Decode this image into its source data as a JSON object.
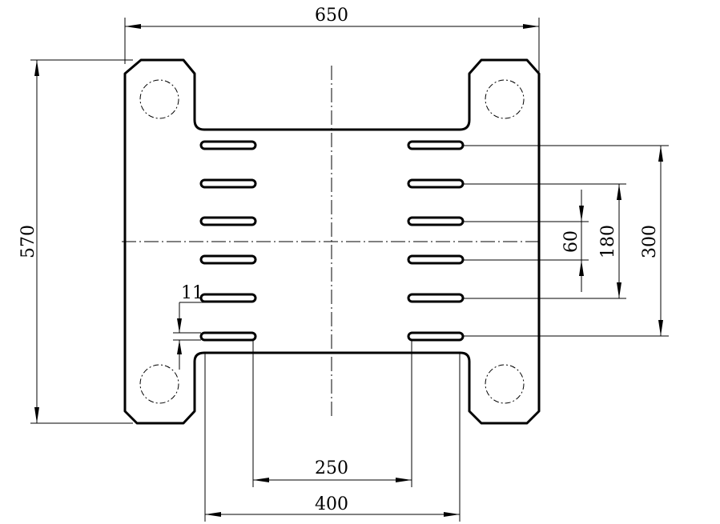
{
  "drawing": {
    "dimensions": {
      "overall_width": "650",
      "overall_height": "570",
      "slot_pitch": "60",
      "slot_span_inner": "180",
      "slot_span_outer": "300",
      "slot_width": "11",
      "slot_inner_spacing": "250",
      "bottom_opening": "400"
    },
    "slot_rows": 6,
    "slot_columns": 2,
    "corner_holes": 4
  }
}
